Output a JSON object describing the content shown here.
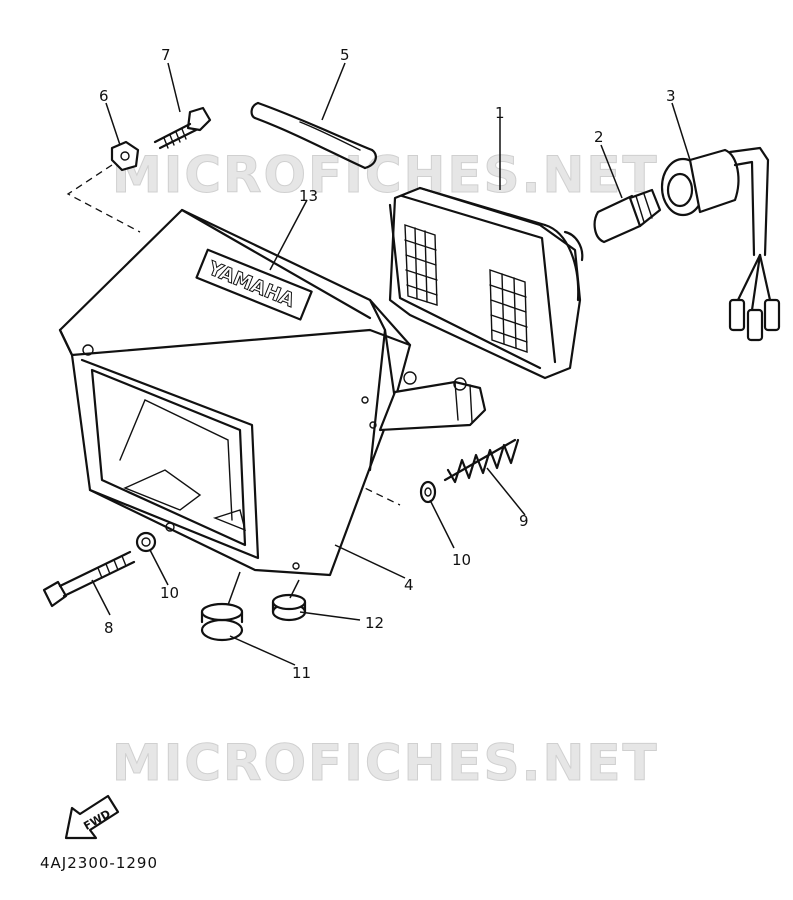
{
  "watermarks": {
    "top": "MICROFICHES.NET",
    "bottom": "MICROFICHES.NET"
  },
  "brand_label": "YAMAHA",
  "direction_arrow": "FWD",
  "part_code": "4AJ2300-1290",
  "callouts": [
    {
      "id": "c1",
      "label": "1"
    },
    {
      "id": "c2",
      "label": "2"
    },
    {
      "id": "c3",
      "label": "3"
    },
    {
      "id": "c4",
      "label": "4"
    },
    {
      "id": "c5",
      "label": "5"
    },
    {
      "id": "c6",
      "label": "6"
    },
    {
      "id": "c7",
      "label": "7"
    },
    {
      "id": "c8",
      "label": "8"
    },
    {
      "id": "c9",
      "label": "9"
    },
    {
      "id": "c10a",
      "label": "10"
    },
    {
      "id": "c10b",
      "label": "10"
    },
    {
      "id": "c11",
      "label": "11"
    },
    {
      "id": "c12",
      "label": "12"
    },
    {
      "id": "c13",
      "label": "13"
    }
  ]
}
